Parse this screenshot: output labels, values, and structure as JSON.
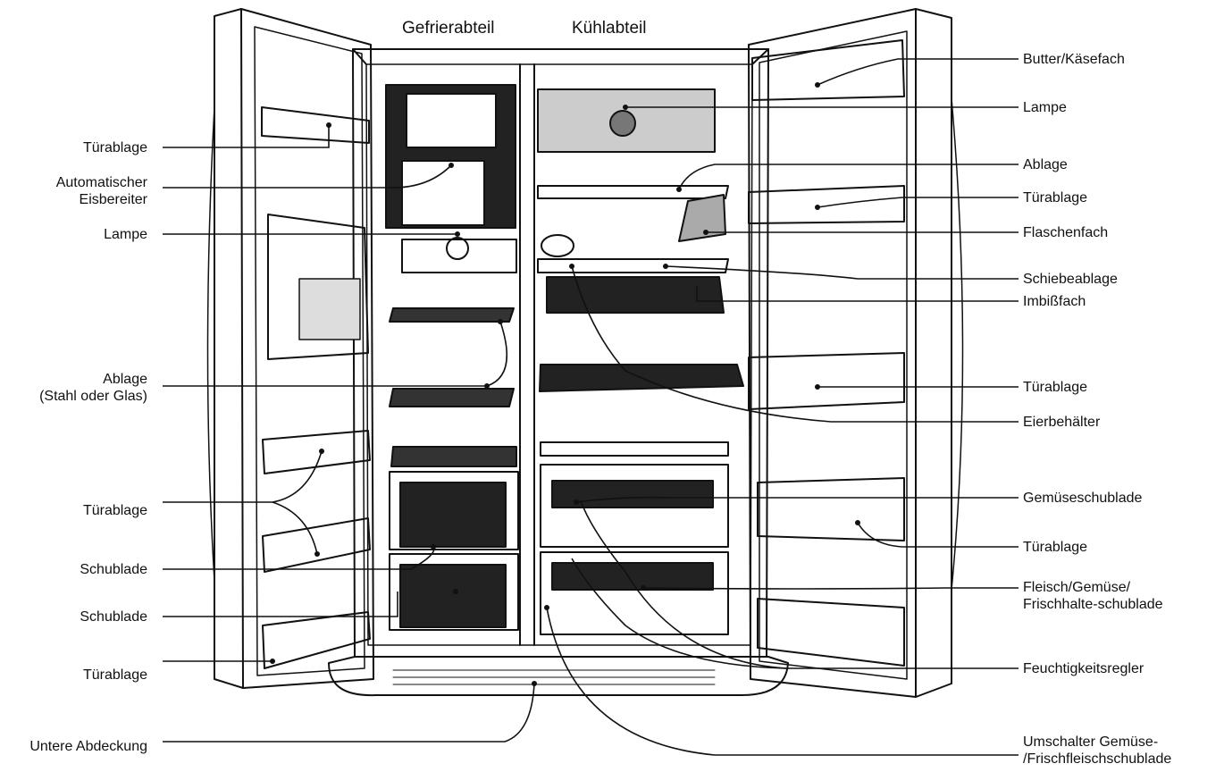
{
  "headers": {
    "freezer": "Gefrierabteil",
    "fridge": "Kühlabteil"
  },
  "left_labels": [
    {
      "id": "tuerablage-1",
      "lines": [
        "Türablage"
      ]
    },
    {
      "id": "eisbereiter",
      "lines": [
        "Automatischer",
        "Eisbereiter"
      ]
    },
    {
      "id": "lampe-left",
      "lines": [
        "Lampe"
      ]
    },
    {
      "id": "ablage-glas",
      "lines": [
        "Ablage",
        "(Stahl oder Glas)"
      ]
    },
    {
      "id": "tuerablage-2",
      "lines": [
        "Türablage"
      ]
    },
    {
      "id": "schublade-1",
      "lines": [
        "Schublade"
      ]
    },
    {
      "id": "schublade-2",
      "lines": [
        "Schublade"
      ]
    },
    {
      "id": "tuerablage-3",
      "lines": [
        "Türablage"
      ]
    },
    {
      "id": "untere-abdeckung",
      "lines": [
        "Untere Abdeckung"
      ]
    }
  ],
  "right_labels": [
    {
      "id": "butterfach",
      "lines": [
        "Butter/Käsefach"
      ]
    },
    {
      "id": "lampe-right",
      "lines": [
        "Lampe"
      ]
    },
    {
      "id": "ablage",
      "lines": [
        "Ablage"
      ]
    },
    {
      "id": "tuerablage-r1",
      "lines": [
        "Türablage"
      ]
    },
    {
      "id": "flaschenfach",
      "lines": [
        "Flaschenfach"
      ]
    },
    {
      "id": "schiebeablage",
      "lines": [
        "Schiebeablage"
      ]
    },
    {
      "id": "imbissfach",
      "lines": [
        "Imbißfach"
      ]
    },
    {
      "id": "tuerablage-r2",
      "lines": [
        "Türablage"
      ]
    },
    {
      "id": "eierbehaelter",
      "lines": [
        "Eierbehälter"
      ]
    },
    {
      "id": "gemueseschublade",
      "lines": [
        "Gemüseschublade"
      ]
    },
    {
      "id": "tuerablage-r3",
      "lines": [
        "Türablage"
      ]
    },
    {
      "id": "fleisch-schublade",
      "lines": [
        "Fleisch/Gemüse/",
        "Frischhalte-schublade"
      ]
    },
    {
      "id": "feuchtigkeitsregler",
      "lines": [
        "Feuchtigkeitsregler"
      ]
    },
    {
      "id": "umschalter",
      "lines": [
        "Umschalter Gemüse-",
        "/Frischfleischschublade"
      ]
    }
  ]
}
